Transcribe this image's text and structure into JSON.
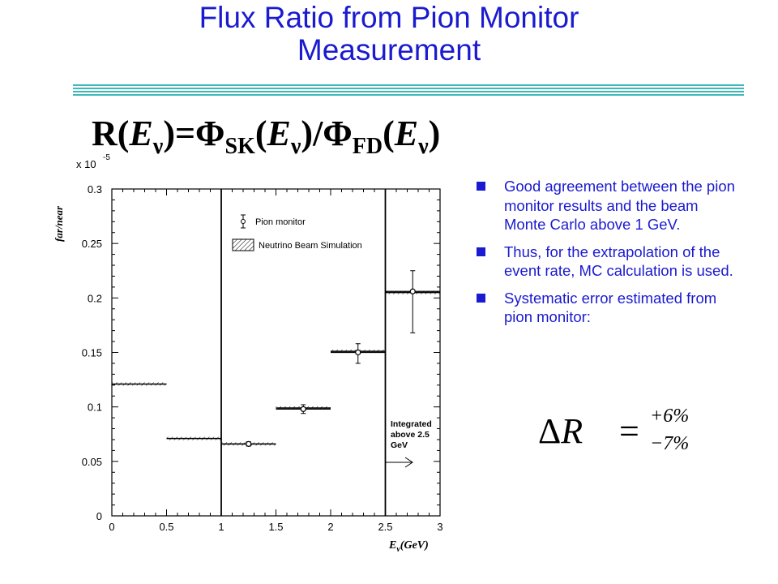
{
  "slide": {
    "title_line1": "Flux Ratio from Pion Monitor",
    "title_line2": "Measurement",
    "formula": {
      "R": "R(",
      "E": "E",
      "nu": "ν",
      "close_eq_phi": ")=Φ",
      "sub_sk": "SK",
      "open": "(",
      "close_div_phi": ")/Φ",
      "sub_fd": "FD",
      "close": ")"
    },
    "bullets": [
      "Good agreement between the pion monitor results and the beam Monte Carlo above 1 GeV.",
      "Thus, for the extrapolation of the event rate, MC calculation is used.",
      "Systematic error estimated from pion monitor:"
    ],
    "delta_r": {
      "delta": "Δ",
      "R": "R",
      "equals": "=",
      "plus": "+6%",
      "minus": "−7%"
    },
    "colors": {
      "title": "#1a1ad0",
      "rule": "#3fb8b8",
      "bullet": "#1a1ad0"
    }
  },
  "chart_data": {
    "type": "scatter",
    "scale_label": "x 10",
    "scale_exponent": "-5",
    "xlabel": "E",
    "xlabel_sub": "ν",
    "xlabel_unit": "(GeV)",
    "ylabel": "far/near",
    "xlim": [
      0,
      3
    ],
    "ylim": [
      0,
      0.3
    ],
    "xticks": [
      "0",
      "0.5",
      "1",
      "1.5",
      "2",
      "2.5",
      "3"
    ],
    "yticks": [
      "0",
      "0.05",
      "0.1",
      "0.15",
      "0.2",
      "0.25",
      "0.3"
    ],
    "vertical_lines": [
      1.0,
      2.5
    ],
    "legend": {
      "position": "top-right",
      "pion_label": "Pion monitor",
      "sim_label": "Neutrino Beam Simulation"
    },
    "series": [
      {
        "name": "Neutrino Beam Simulation",
        "bins": [
          {
            "x0": 0.0,
            "x1": 0.5,
            "y": 0.121
          },
          {
            "x0": 0.5,
            "x1": 1.0,
            "y": 0.071
          },
          {
            "x0": 1.0,
            "x1": 1.5,
            "y": 0.066
          },
          {
            "x0": 1.5,
            "x1": 2.0,
            "y": 0.099
          },
          {
            "x0": 2.0,
            "x1": 2.5,
            "y": 0.151
          },
          {
            "x0": 2.5,
            "x1": 3.0,
            "y": 0.205
          }
        ]
      },
      {
        "name": "Pion monitor",
        "points": [
          {
            "x": 1.25,
            "y": 0.066,
            "yerr_low": 0.002,
            "yerr_high": 0.002,
            "xerr": 0.25
          },
          {
            "x": 1.75,
            "y": 0.098,
            "yerr_low": 0.004,
            "yerr_high": 0.004,
            "xerr": 0.25
          },
          {
            "x": 2.25,
            "y": 0.15,
            "yerr_low": 0.01,
            "yerr_high": 0.008,
            "xerr": 0.25
          },
          {
            "x": 2.75,
            "y": 0.206,
            "yerr_low": 0.038,
            "yerr_high": 0.019,
            "xerr": 0.25
          }
        ]
      }
    ],
    "annotation": {
      "line1": "Integrated",
      "line2": "above 2.5",
      "line3": "GeV"
    }
  }
}
